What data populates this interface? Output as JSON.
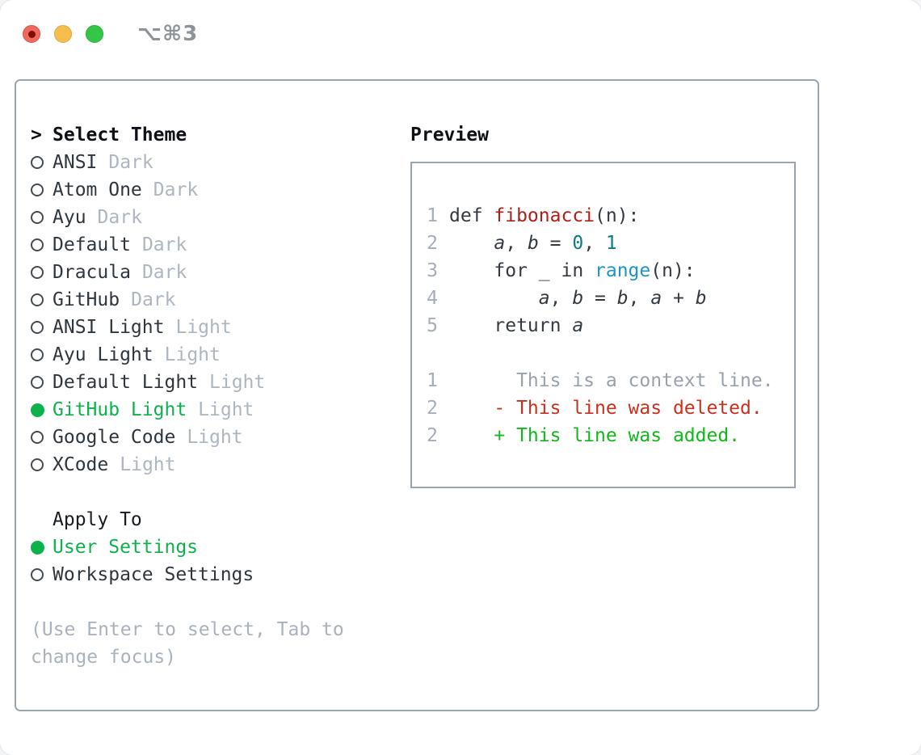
{
  "window": {
    "title": "⌥⌘3",
    "traffic_lights": {
      "close": "close",
      "minimize": "minimize",
      "zoom": "zoom"
    }
  },
  "theme_list": {
    "header_prefix": ">",
    "header": "Select Theme",
    "items": [
      {
        "name": "ANSI",
        "variant": "Dark",
        "selected": false
      },
      {
        "name": "Atom One",
        "variant": "Dark",
        "selected": false
      },
      {
        "name": "Ayu",
        "variant": "Dark",
        "selected": false
      },
      {
        "name": "Default",
        "variant": "Dark",
        "selected": false
      },
      {
        "name": "Dracula",
        "variant": "Dark",
        "selected": false
      },
      {
        "name": "GitHub",
        "variant": "Dark",
        "selected": false
      },
      {
        "name": "ANSI Light",
        "variant": "Light",
        "selected": false
      },
      {
        "name": "Ayu Light",
        "variant": "Light",
        "selected": false
      },
      {
        "name": "Default Light",
        "variant": "Light",
        "selected": false
      },
      {
        "name": "GitHub Light",
        "variant": "Light",
        "selected": true
      },
      {
        "name": "Google Code",
        "variant": "Light",
        "selected": false
      },
      {
        "name": "XCode",
        "variant": "Light",
        "selected": false
      }
    ]
  },
  "apply_to": {
    "header": "Apply To",
    "options": [
      {
        "label": "User Settings",
        "selected": true
      },
      {
        "label": "Workspace Settings",
        "selected": false
      }
    ]
  },
  "hint": {
    "line1": "(Use Enter to select, Tab to",
    "line2": "change focus)"
  },
  "preview": {
    "header": "Preview",
    "code_lines": [
      {
        "num": "1",
        "segments": [
          {
            "t": "def ",
            "c": "p"
          },
          {
            "t": "fibonacci",
            "c": "fn"
          },
          {
            "t": "(n):",
            "c": "p"
          }
        ]
      },
      {
        "num": "2",
        "segments": [
          {
            "t": "    ",
            "c": "p"
          },
          {
            "t": "a",
            "c": "v"
          },
          {
            "t": ", ",
            "c": "p"
          },
          {
            "t": "b",
            "c": "v"
          },
          {
            "t": " = ",
            "c": "p"
          },
          {
            "t": "0",
            "c": "n"
          },
          {
            "t": ", ",
            "c": "p"
          },
          {
            "t": "1",
            "c": "n"
          }
        ]
      },
      {
        "num": "3",
        "segments": [
          {
            "t": "    for _ in ",
            "c": "p"
          },
          {
            "t": "range",
            "c": "b"
          },
          {
            "t": "(n):",
            "c": "p"
          }
        ]
      },
      {
        "num": "4",
        "segments": [
          {
            "t": "        ",
            "c": "p"
          },
          {
            "t": "a",
            "c": "v"
          },
          {
            "t": ", ",
            "c": "p"
          },
          {
            "t": "b",
            "c": "v"
          },
          {
            "t": " = ",
            "c": "p"
          },
          {
            "t": "b",
            "c": "v"
          },
          {
            "t": ", ",
            "c": "p"
          },
          {
            "t": "a",
            "c": "v"
          },
          {
            "t": " + ",
            "c": "p"
          },
          {
            "t": "b",
            "c": "v"
          }
        ]
      },
      {
        "num": "5",
        "segments": [
          {
            "t": "    return ",
            "c": "p"
          },
          {
            "t": "a",
            "c": "v"
          }
        ]
      },
      {
        "num": "",
        "segments": []
      },
      {
        "num": "1",
        "segments": [
          {
            "t": "      This is a context line.",
            "c": "ctx"
          }
        ]
      },
      {
        "num": "2",
        "segments": [
          {
            "t": "    - This line was deleted.",
            "c": "del"
          }
        ]
      },
      {
        "num": "2",
        "segments": [
          {
            "t": "    + This line was added.",
            "c": "add"
          }
        ]
      }
    ]
  },
  "colors": {
    "accent_green": "#0db24d",
    "diff_added_green": "#12b71c",
    "diff_deleted_red": "#cb2f1d",
    "function_red": "#b01e16",
    "number_teal": "#0d7c85",
    "builtin_blue": "#1d95c7",
    "muted_gray": "#aeb6c0",
    "border_gray": "#9ba5af",
    "ink": "#2f363e"
  }
}
